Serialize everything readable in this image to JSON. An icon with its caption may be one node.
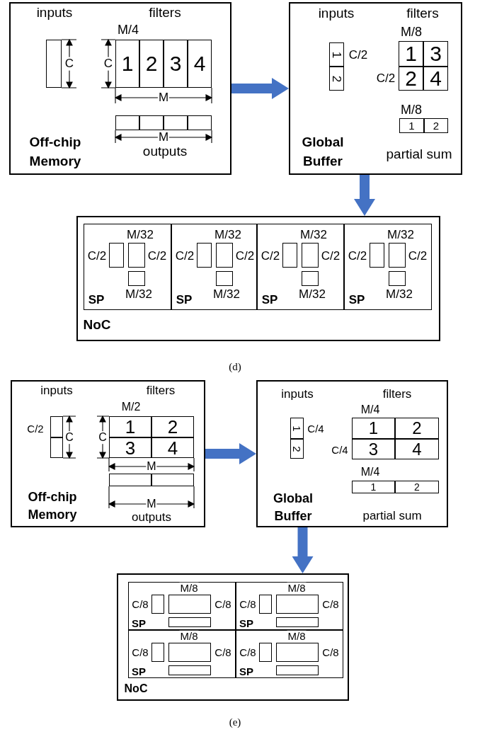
{
  "diagram": {
    "nodes": [
      {
        "text": [
          "Off-chip Memory"
        ]
      },
      {
        "text": [],
        "shape": "box",
        "in": 0
      },
      {
        "text": [
          "1"
        ],
        "in": 0
      },
      {
        "text": [
          "2"
        ],
        "in": 0
      },
      {
        "text": [
          "3"
        ],
        "in": 0
      },
      {
        "text": [
          "4"
        ],
        "in": 0
      },
      {
        "text": [],
        "shape": "box",
        "in": 0
      },
      {
        "text": [],
        "shape": "box",
        "in": 0
      },
      {
        "text": [],
        "shape": "box",
        "in": 0
      },
      {
        "text": [],
        "shape": "box",
        "in": 0
      },
      {
        "text": [
          "Global Buffer"
        ]
      },
      {
        "text": [
          "1"
        ],
        "in": 10
      },
      {
        "text": [
          "2"
        ],
        "in": 10
      },
      {
        "text": [
          "1"
        ],
        "in": 10
      },
      {
        "text": [
          "3"
        ],
        "in": 10
      },
      {
        "text": [
          "2"
        ],
        "in": 10
      },
      {
        "text": [
          "4"
        ],
        "in": 10
      },
      {
        "text": [
          "1"
        ],
        "in": 10
      },
      {
        "text": [
          "2"
        ],
        "in": 10
      },
      {
        "text": [
          "NoC"
        ]
      },
      {
        "text": [
          "SP"
        ],
        "in": 19
      },
      {
        "text": [],
        "shape": "box",
        "in": 20
      },
      {
        "text": [],
        "shape": "box",
        "in": 20
      },
      {
        "text": [],
        "shape": "box",
        "in": 20
      },
      {
        "text": [
          "SP"
        ],
        "in": 19
      },
      {
        "text": [],
        "shape": "box",
        "in": 24
      },
      {
        "text": [],
        "shape": "box",
        "in": 24
      },
      {
        "text": [],
        "shape": "box",
        "in": 24
      },
      {
        "text": [
          "SP"
        ],
        "in": 19
      },
      {
        "text": [],
        "shape": "box",
        "in": 28
      },
      {
        "text": [],
        "shape": "box",
        "in": 28
      },
      {
        "text": [],
        "shape": "box",
        "in": 28
      },
      {
        "text": [
          "SP"
        ],
        "in": 19
      },
      {
        "text": [],
        "shape": "box",
        "in": 32
      },
      {
        "text": [],
        "shape": "box",
        "in": 32
      },
      {
        "text": [],
        "shape": "box",
        "in": 32
      },
      {
        "text": [
          "Off-chip Memory"
        ]
      },
      {
        "text": [],
        "shape": "box",
        "in": 36
      },
      {
        "text": [],
        "shape": "box",
        "in": 36
      },
      {
        "text": [
          "1"
        ],
        "in": 36
      },
      {
        "text": [
          "2"
        ],
        "in": 36
      },
      {
        "text": [
          "3"
        ],
        "in": 36
      },
      {
        "text": [
          "4"
        ],
        "in": 36
      },
      {
        "text": [],
        "shape": "box",
        "in": 36
      },
      {
        "text": [],
        "shape": "box",
        "in": 36
      },
      {
        "text": [
          "Global Buffer"
        ]
      },
      {
        "text": [
          "1"
        ],
        "in": 45
      },
      {
        "text": [
          "2"
        ],
        "in": 45
      },
      {
        "text": [
          "1"
        ],
        "in": 45
      },
      {
        "text": [
          "2"
        ],
        "in": 45
      },
      {
        "text": [
          "3"
        ],
        "in": 45
      },
      {
        "text": [
          "4"
        ],
        "in": 45
      },
      {
        "text": [
          "1"
        ],
        "in": 45
      },
      {
        "text": [
          "2"
        ],
        "in": 45
      },
      {
        "text": [
          "NoC"
        ]
      },
      {
        "text": [
          "SP"
        ],
        "in": 54
      },
      {
        "text": [],
        "shape": "box",
        "in": 55
      },
      {
        "text": [],
        "shape": "box",
        "in": 55
      },
      {
        "text": [],
        "shape": "box",
        "in": 55
      },
      {
        "text": [
          "SP"
        ],
        "in": 54
      },
      {
        "text": [],
        "shape": "box",
        "in": 59
      },
      {
        "text": [],
        "shape": "box",
        "in": 59
      },
      {
        "text": [],
        "shape": "box",
        "in": 59
      },
      {
        "text": [
          "SP"
        ],
        "in": 54
      },
      {
        "text": [],
        "shape": "box",
        "in": 63
      },
      {
        "text": [],
        "shape": "box",
        "in": 63
      },
      {
        "text": [],
        "shape": "box",
        "in": 63
      },
      {
        "text": [
          "SP"
        ],
        "in": 54
      },
      {
        "text": [],
        "shape": "box",
        "in": 67
      },
      {
        "text": [],
        "shape": "box",
        "in": 67
      },
      {
        "text": [],
        "shape": "box",
        "in": 67
      }
    ],
    "edges": [
      {
        "from": 0,
        "to": 10,
        "arrow": "to"
      },
      {
        "from": 10,
        "to": 19,
        "arrow": "to"
      },
      {
        "from": 36,
        "to": 45,
        "arrow": "to"
      },
      {
        "from": 45,
        "to": 54,
        "arrow": "to"
      }
    ],
    "labels": [
      "inputs",
      "filters",
      "M/4",
      "C",
      "C",
      "M",
      "M",
      "outputs",
      "inputs",
      "filters",
      "M/8",
      "C/2",
      "C/2",
      "M/8",
      "partial sum",
      "M/32",
      "C/2",
      "C/2",
      "M/32",
      "M/32",
      "C/2",
      "C/2",
      "M/32",
      "M/32",
      "C/2",
      "C/2",
      "M/32",
      "M/32",
      "C/2",
      "C/2",
      "M/32",
      "(d)",
      "inputs",
      "filters",
      "M/2",
      "C/2",
      "C",
      "C",
      "M",
      "M",
      "outputs",
      "inputs",
      "filters",
      "M/4",
      "C/4",
      "C/4",
      "M/4",
      "partial sum",
      "M/8",
      "C/8",
      "C/8",
      "M/8",
      "C/8",
      "C/8",
      "M/8",
      "C/8",
      "C/8",
      "M/8",
      "C/8",
      "C/8",
      "(e)"
    ]
  }
}
